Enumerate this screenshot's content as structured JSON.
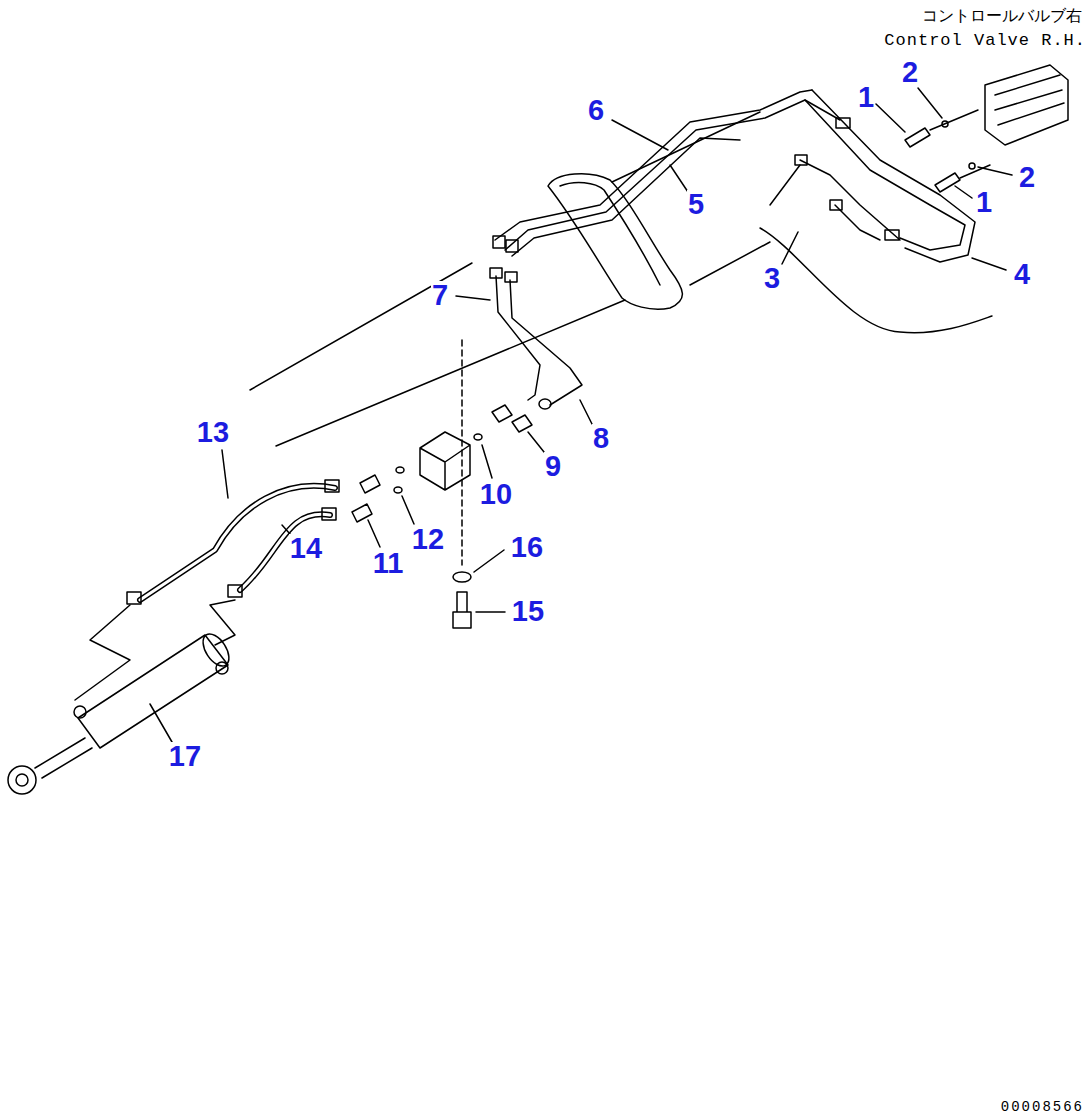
{
  "diagram": {
    "labels": [
      "コントロールバルブ右",
      "Control Valve R.H.",
      "2",
      "1",
      "6",
      "2",
      "1",
      "5",
      "4",
      "3",
      "7",
      "13",
      "8",
      "9",
      "10",
      "12",
      "16",
      "14",
      "11",
      "15",
      "17",
      "00008566"
    ]
  }
}
